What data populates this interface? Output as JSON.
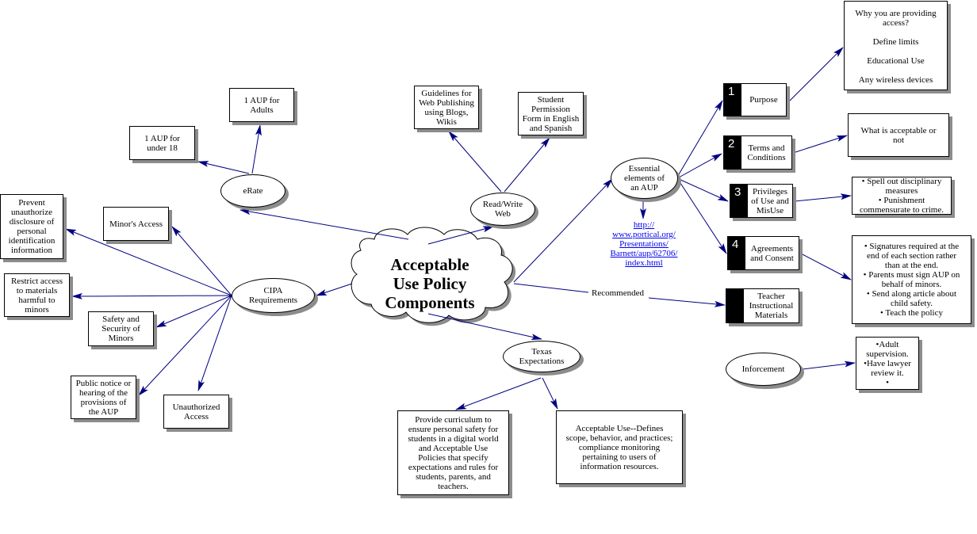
{
  "diagram": {
    "central": {
      "label": "Acceptable\nUse Policy\nComponents"
    },
    "edge_color": "#000080",
    "branches": {
      "erate": {
        "label": "eRate",
        "children": [
          "1 AUP for\nunder 18",
          "1 AUP for\nAdults"
        ]
      },
      "cipa": {
        "label": "CIPA\nRequirements",
        "children": [
          "Prevent\nunauthorize\ndisclosure of\npersonal\nidentification\ninformation",
          "Minor's Access",
          "Restrict access\nto materials\nharmful to\nminors",
          "Safety and\nSecurity of\nMinors",
          "Public notice or\nhearing of the\nprovisions of\nthe AUP",
          "Unauthorized\nAccess"
        ]
      },
      "readwrite": {
        "label": "Read/Write\nWeb",
        "children": [
          "Guidelines for\nWeb Publishing\nusing Blogs,\nWikis",
          "Student\nPermission\nForm in English\nand Spanish"
        ]
      },
      "texas": {
        "label": "Texas\nExpectations",
        "children": [
          "Provide curriculum to\nensure personal safety for\nstudents in a digital world\nand Acceptable Use\nPolicies that specify\nexpectations and rules for\nstudents, parents, and\nteachers.",
          "Acceptable Use--Defines\nscope, behavior, and practices;\ncompliance monitoring\npertaining to users of\ninformation resources."
        ]
      },
      "essential": {
        "label": "Essential\nelements of\nan AUP",
        "link": "http://\nwww.portical.org/\nPresentations/\nBarnett/aup/62706/\nindex.html",
        "elements": [
          {
            "number": "1",
            "label": "Purpose",
            "detail": "Why you are providing\naccess?\n\nDefine limits\n\nEducational Use\n\nAny wireless devices"
          },
          {
            "number": "2",
            "label": "Terms and\nConditions",
            "detail": "What is acceptable or\nnot"
          },
          {
            "number": "3",
            "label": "Privileges\nof Use and\nMisUse",
            "detail": "• Spell out disciplinary\nmeasures\n• Punishment\ncommensurate to crime."
          },
          {
            "number": "4",
            "label": "Agreements\nand Consent",
            "detail": "• Signatures required at the\nend of each section rather\nthan at the end.\n• Parents must sign AUP on\nbehalf of minors.\n• Send along article about\nchild safety.\n• Teach the policy"
          }
        ]
      },
      "recommended": {
        "edge_label": "Recommended",
        "label": "Teacher\nInstructional\nMaterials"
      },
      "inforcement": {
        "label": "Inforcement",
        "detail": "•Adult\nsupervision.\n•Have lawyer\nreview it.\n•"
      }
    }
  }
}
